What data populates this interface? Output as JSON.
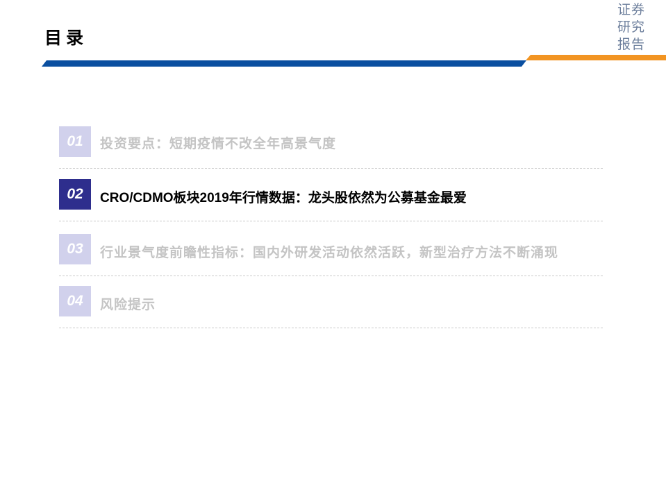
{
  "header": {
    "title": "目录",
    "brand_lines": [
      "证券",
      "研究",
      "报告"
    ],
    "colors": {
      "blue_bar": "#0a4fa0",
      "orange_bar": "#f29422"
    }
  },
  "toc": {
    "items": [
      {
        "number": "01",
        "label": "投资要点：短期疫情不改全年高景气度",
        "active": false
      },
      {
        "number": "02",
        "label": "CRO/CDMO板块2019年行情数据：龙头股依然为公募基金最爱",
        "active": true
      },
      {
        "number": "03",
        "label": "行业景气度前瞻性指标：国内外研发活动依然活跃，新型治疗方法不断涌现",
        "active": false
      },
      {
        "number": "04",
        "label": "风险提示",
        "active": false
      }
    ],
    "colors": {
      "active_box": "#2e2e8d",
      "inactive_box": "#d1d1ec",
      "inactive_text": "#c4c4c4",
      "active_text": "#000000"
    }
  }
}
